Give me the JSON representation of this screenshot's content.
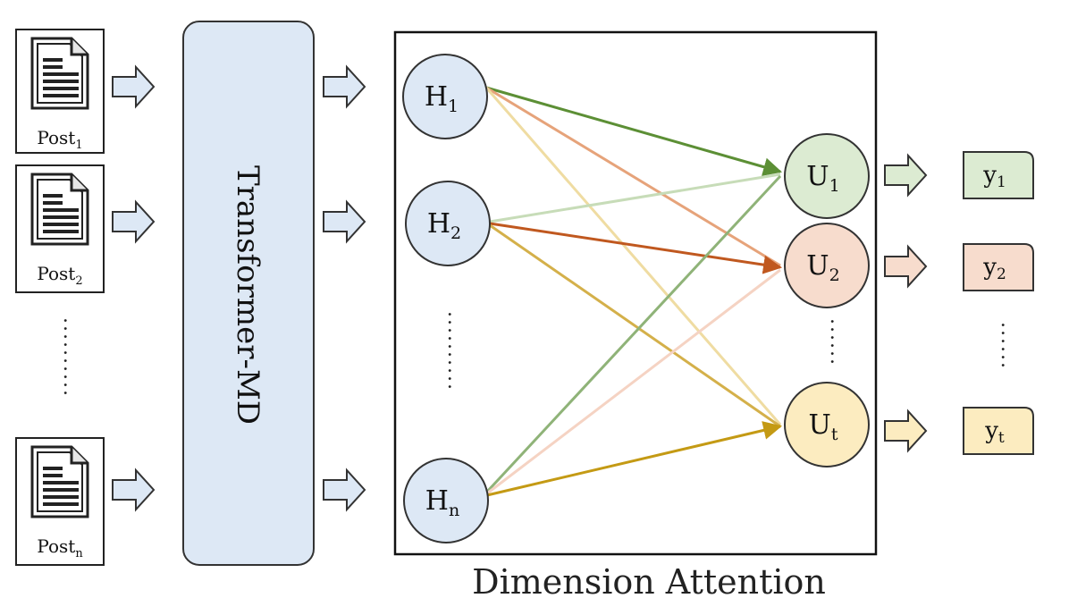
{
  "posts": [
    {
      "base": "Post",
      "sub": "1"
    },
    {
      "base": "Post",
      "sub": "2"
    },
    {
      "base": "Post",
      "sub": "n"
    }
  ],
  "ellipsis": "..........",
  "encoder_label": "Transformer-MD",
  "hidden_nodes": [
    {
      "base": "H",
      "sub": "1"
    },
    {
      "base": "H",
      "sub": "2"
    },
    {
      "base": "H",
      "sub": "n"
    }
  ],
  "output_nodes": [
    {
      "base": "U",
      "sub": "1",
      "fill": "#dcebd2",
      "stroke": "#3d3d3d"
    },
    {
      "base": "U",
      "sub": "2",
      "fill": "#f7dccd",
      "stroke": "#3d3d3d"
    },
    {
      "base": "U",
      "sub": "t",
      "fill": "#fcecc0",
      "stroke": "#3d3d3d"
    }
  ],
  "predictions": [
    {
      "base": "y",
      "sub": "1",
      "fill": "#dcebd2"
    },
    {
      "base": "y",
      "sub": "2",
      "fill": "#f7dccd"
    },
    {
      "base": "y",
      "sub": "t",
      "fill": "#fcecc0"
    }
  ],
  "attention_label": "Dimension Attention",
  "colors": {
    "blue_fill": "#dde8f5",
    "node_stroke": "#333333",
    "edge_green": "#5c8f35",
    "edge_green_light": "#c7dcb8",
    "edge_orange": "#c0581f",
    "edge_orange_light": "#e6a37a",
    "edge_orange_pale": "#f5d3c3",
    "edge_gold": "#c49a14",
    "edge_gold_light": "#e7d08f",
    "edge_yellow_light": "#efdca2"
  }
}
